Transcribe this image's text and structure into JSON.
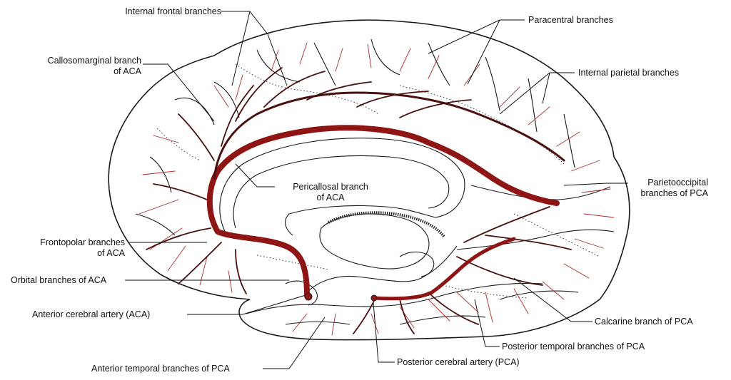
{
  "diagram": {
    "labels": {
      "internal_frontal": "Internal frontal branches",
      "paracentral": "Paracentral branches",
      "callosomarginal_1": "Callosomarginal branch",
      "callosomarginal_2": "of ACA",
      "internal_parietal": "Internal parietal branches",
      "pericallosal_1": "Pericallosal branch",
      "pericallosal_2": "of ACA",
      "parietooccipital_1": "Parietooccipital",
      "parietooccipital_2": "branches of PCA",
      "frontopolar_1": "Frontopolar branches",
      "frontopolar_2": "of ACA",
      "orbital": "Orbital branches of ACA",
      "aca": "Anterior cerebral artery (ACA)",
      "calcarine": "Calcarine branch of PCA",
      "posterior_temporal": "Posterior temporal branches of PCA",
      "anterior_temporal": "Anterior temporal branches of PCA",
      "pca": "Posterior cerebral artery (PCA)"
    },
    "colors": {
      "artery": "#8f1414",
      "branch": "#4a1010",
      "outline": "#1a1a1a"
    }
  }
}
